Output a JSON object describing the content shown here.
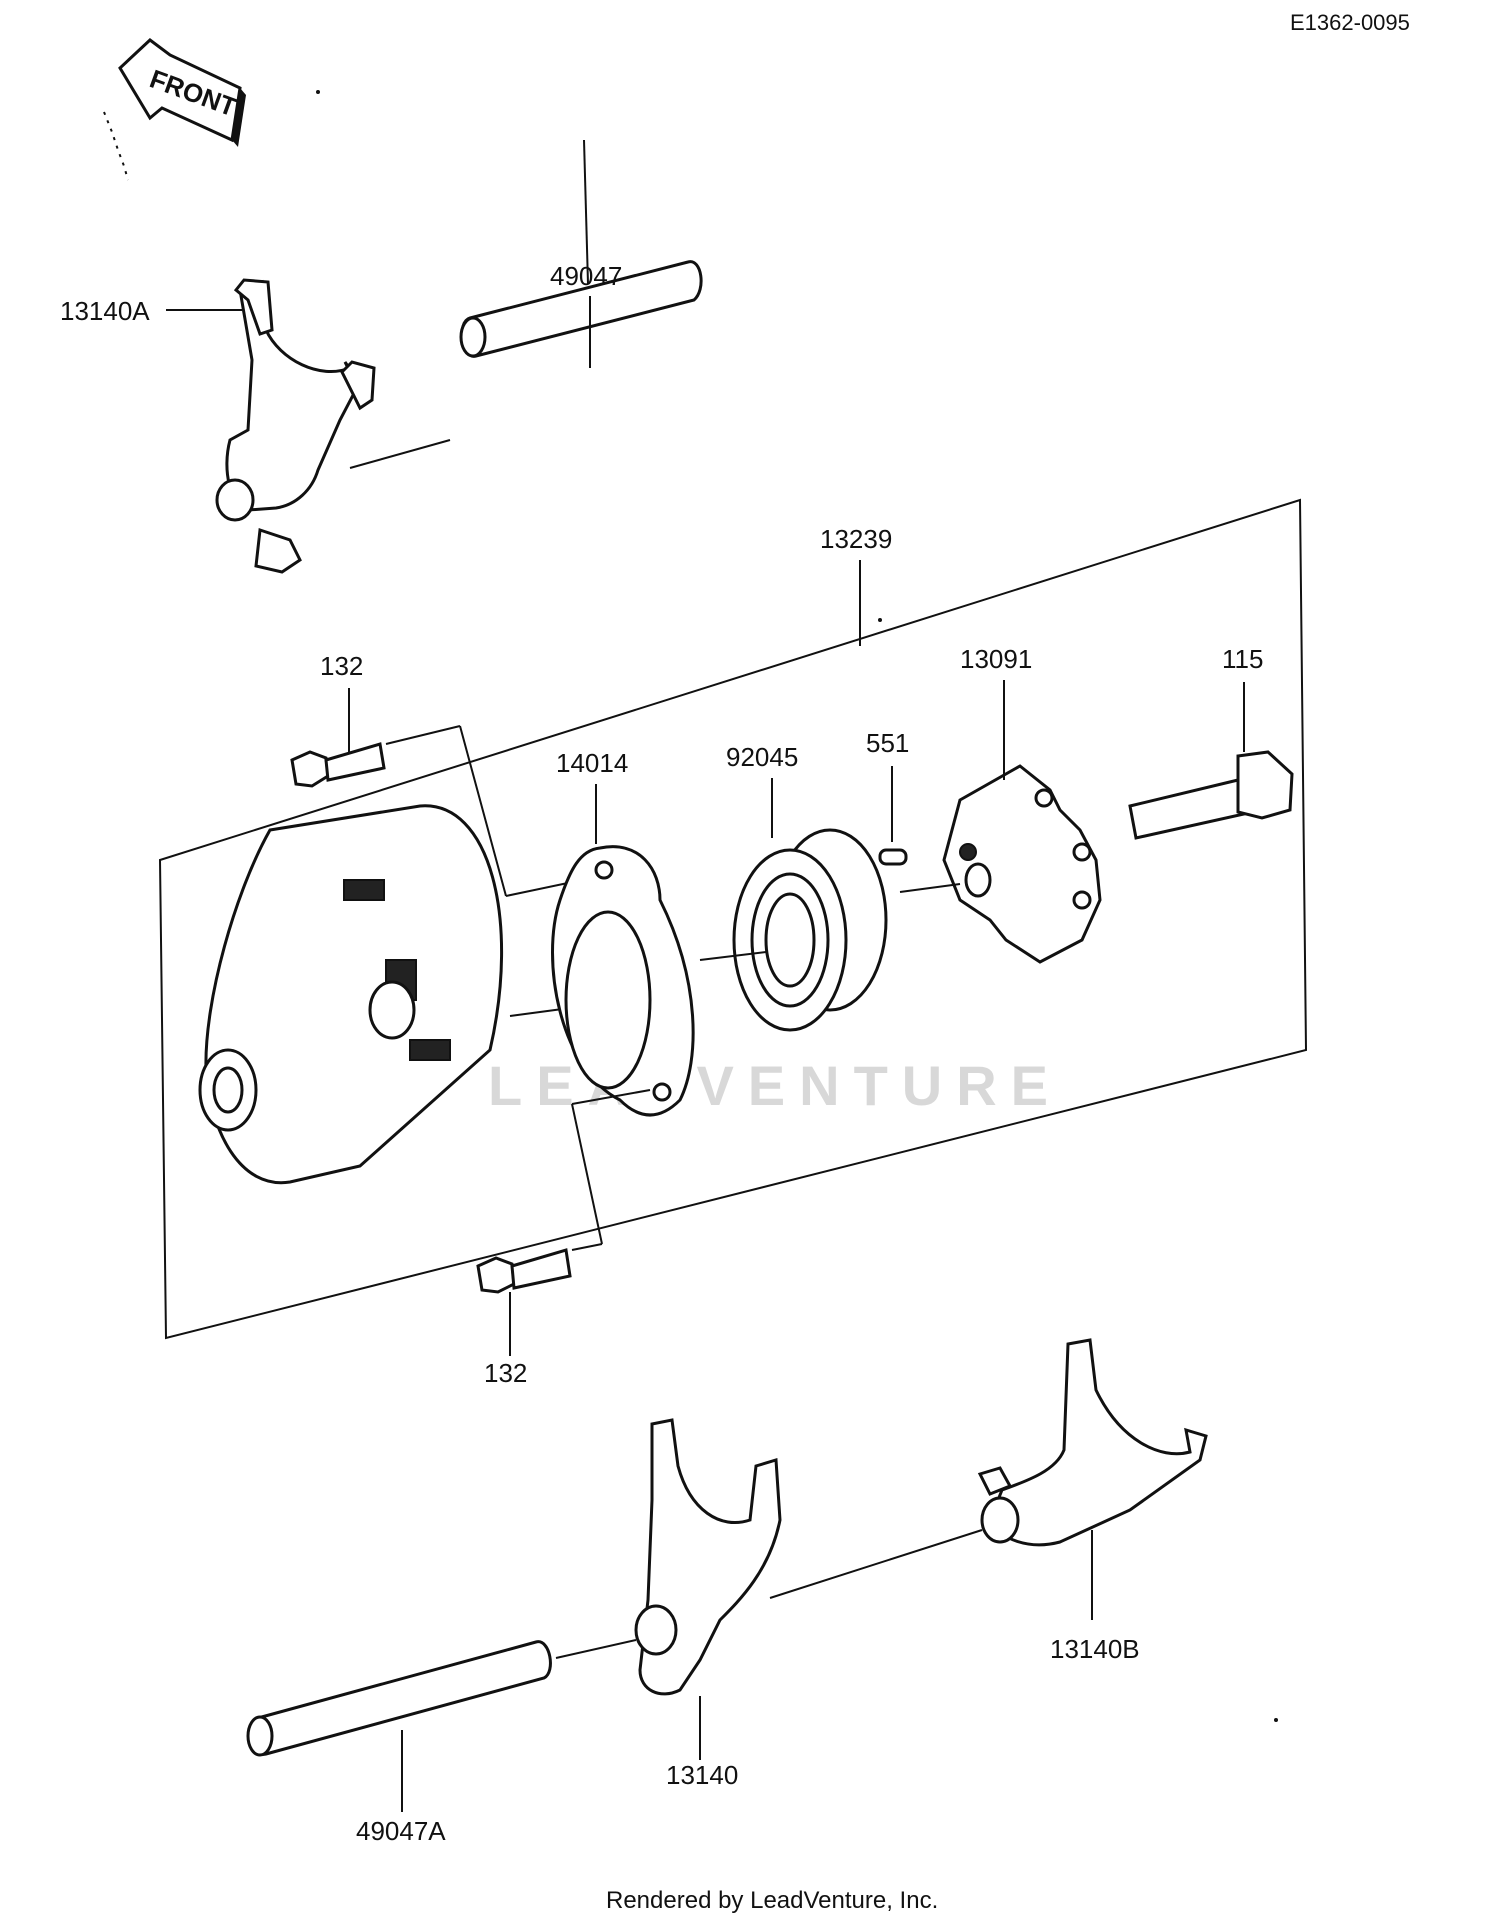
{
  "diagram_code": "E1362-0095",
  "front_label": "FRONT",
  "watermark": "LEADVENTURE",
  "footer": "Rendered by LeadVenture, Inc.",
  "labels": {
    "p49047": "49047",
    "p13140A": "13140A",
    "p13239": "13239",
    "p132_top": "132",
    "p14014": "14014",
    "p92045": "92045",
    "p551": "551",
    "p13091": "13091",
    "p115": "115",
    "p132_bottom": "132",
    "p13140B": "13140B",
    "p13140": "13140",
    "p49047A": "49047A"
  }
}
